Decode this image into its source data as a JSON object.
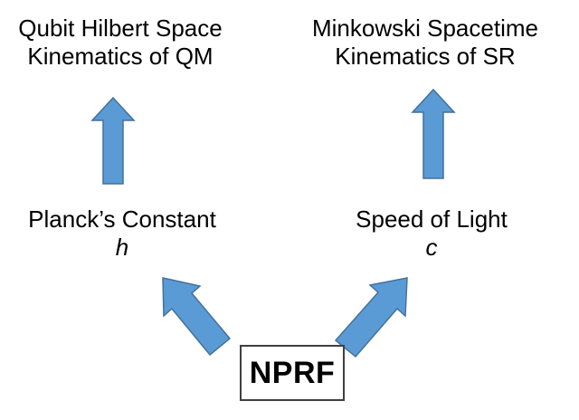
{
  "diagram": {
    "nodes": {
      "qm_kinematics": {
        "line1": "Qubit Hilbert Space",
        "line2": "Kinematics of QM"
      },
      "sr_kinematics": {
        "line1": "Minkowski Spacetime",
        "line2": "Kinematics of SR"
      },
      "planck": {
        "label": "Planck’s Constant",
        "symbol": "h"
      },
      "light": {
        "label": "Speed of Light",
        "symbol": "c"
      },
      "root": {
        "label": "NPRF"
      }
    },
    "arrows": [
      {
        "name": "planck-to-qm",
        "direction": "up"
      },
      {
        "name": "light-to-sr",
        "direction": "up"
      },
      {
        "name": "nprf-to-planck",
        "direction": "up-left"
      },
      {
        "name": "nprf-to-light",
        "direction": "up-right"
      }
    ]
  },
  "colors": {
    "arrow_fill": "#5b9bd5",
    "arrow_stroke": "#41719c",
    "box_border": "#3f3f3f",
    "box_fill": "#ffffff",
    "text_color": "#000000",
    "background": "#ffffff"
  }
}
